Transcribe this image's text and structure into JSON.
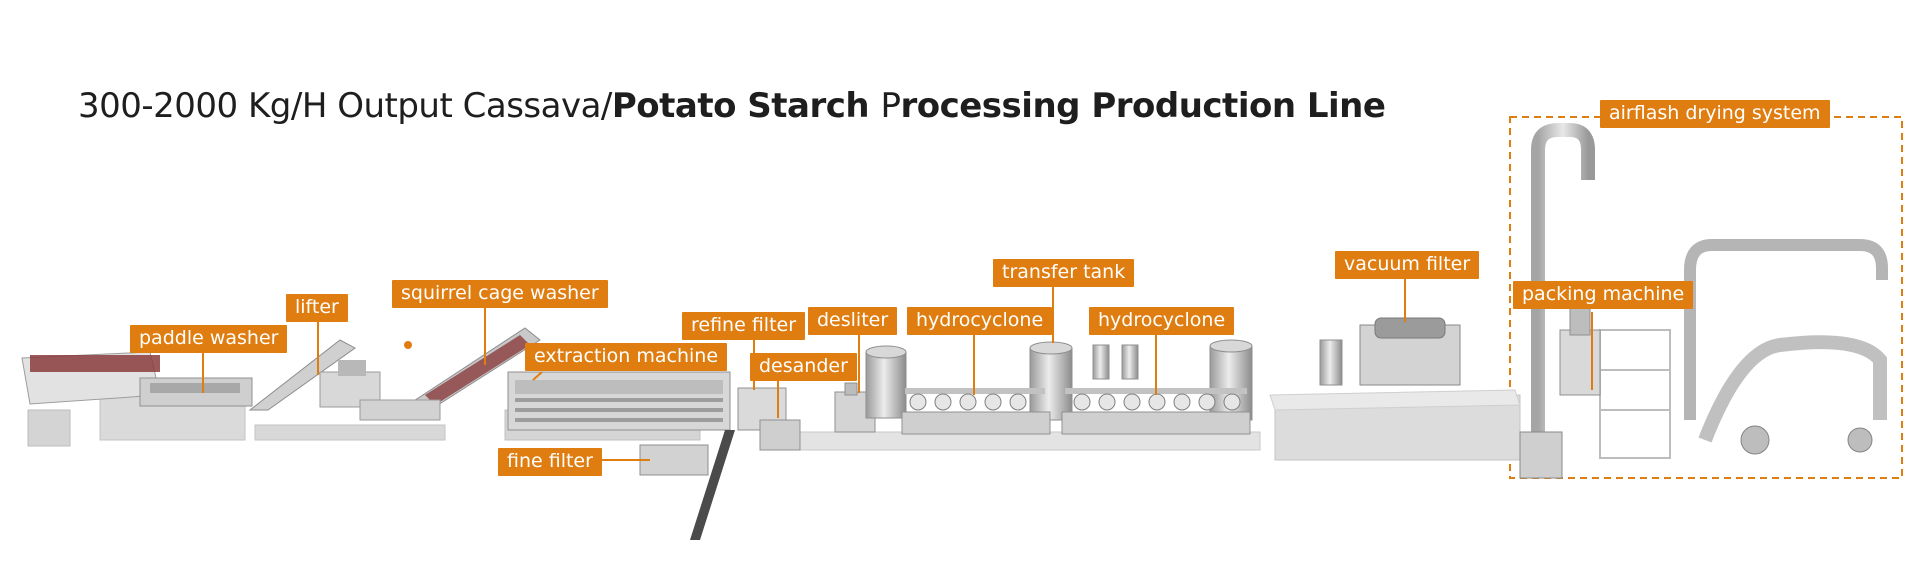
{
  "title": {
    "regular": "300-2000 Kg/H Output Cassava/",
    "bold_1": "Potato Starch ",
    "regular_2": "P",
    "bold_2": "rocessing Production Line"
  },
  "labels": {
    "paddle_washer": "paddle washer",
    "lifter": "lifter",
    "squirrel_cage_washer": "squirrel cage washer",
    "extraction_machine": "extraction machine",
    "refine_filter": "refine filter",
    "desander": "desander",
    "desliter": "desliter",
    "hydrocyclone_1": "hydrocyclone",
    "transfer_tank": "transfer tank",
    "hydrocyclone_2": "hydrocyclone",
    "vacuum_filter": "vacuum filter",
    "fine_filter": "fine filter",
    "packing_machine": "packing machine",
    "airflash_drying_system": "airflash drying system"
  },
  "colors": {
    "accent": "#e07d10",
    "machine": "#c9c9c9",
    "machine_dark": "#8d8d8d",
    "conveyor": "#8a3c3c"
  }
}
